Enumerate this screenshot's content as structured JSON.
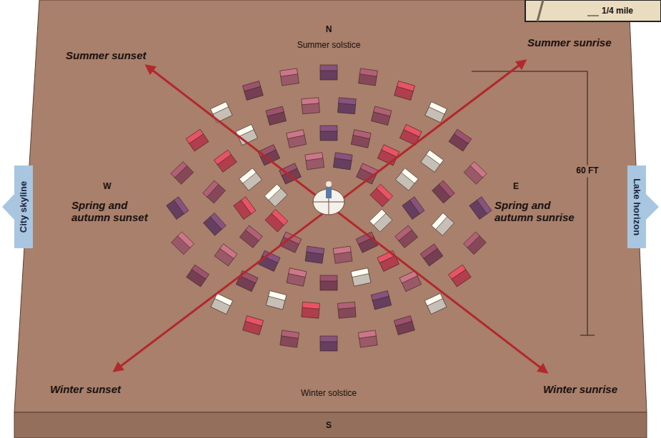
{
  "diagram": {
    "labels": [
      "1/4 mile",
      "N",
      "Summer sunset",
      "Summer solstice",
      "Summer sunrise",
      "W",
      "Spring and autumn sunset",
      "60 FT",
      "City skyline",
      "Lake horizon",
      "E",
      "Spring and autumn sunrise",
      "Winter sunset",
      "Winter solstice",
      "Winter sunrise",
      "S"
    ]
  }
}
